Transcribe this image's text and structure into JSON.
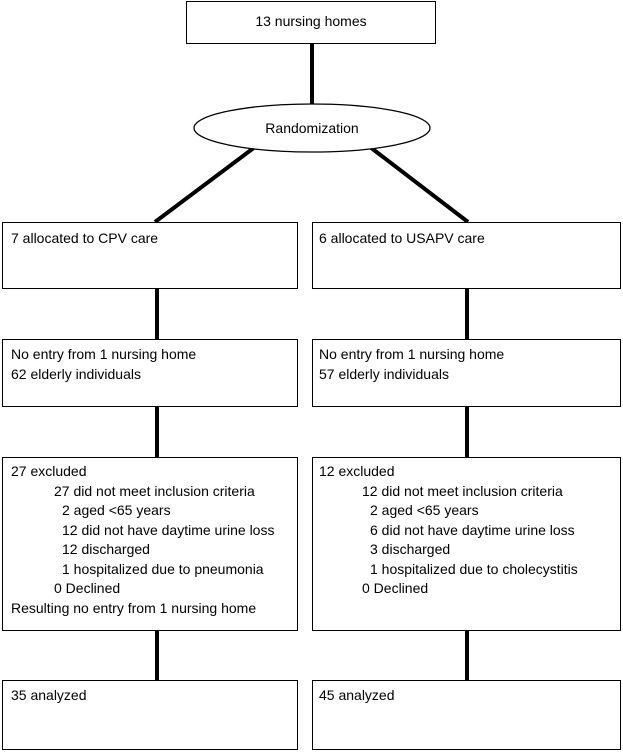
{
  "top": {
    "label": "13 nursing homes"
  },
  "randomization": {
    "label": "Randomization"
  },
  "left": {
    "allocated": "7 allocated to CPV care",
    "entry": [
      "No entry from 1 nursing home",
      "62 elderly individuals"
    ],
    "excluded_title": "27 excluded",
    "excluded_reason": "27 did not meet inclusion criteria",
    "excluded_details": [
      "2 aged <65 years",
      "12 did not have daytime urine loss",
      "12 discharged",
      "1 hospitalized due to pneumonia"
    ],
    "declined": "0 Declined",
    "resulting": "Resulting no entry from 1 nursing home",
    "analyzed": "35 analyzed"
  },
  "right": {
    "allocated": "6 allocated to USAPV care",
    "entry": [
      "No entry from 1 nursing home",
      "57 elderly individuals"
    ],
    "excluded_title": "12 excluded",
    "excluded_reason": "12 did not meet inclusion criteria",
    "excluded_details": [
      "2 aged <65 years",
      "6 did not have daytime urine loss",
      "3 discharged",
      "1 hospitalized due to cholecystitis"
    ],
    "declined": "0 Declined",
    "analyzed": "45 analyzed"
  }
}
